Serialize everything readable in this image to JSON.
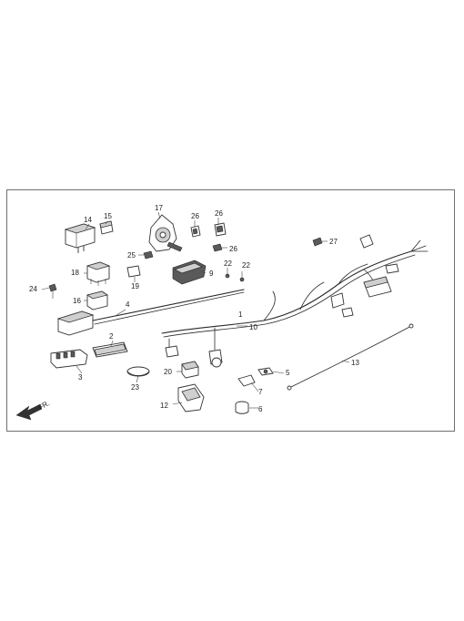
{
  "diagram": {
    "direction_label": "FR.",
    "callouts": {
      "c1": "1",
      "c2": "2",
      "c3": "3",
      "c4": "4",
      "c5": "5",
      "c6": "6",
      "c7": "7",
      "c9": "9",
      "c10": "10",
      "c12": "12",
      "c13": "13",
      "c14": "14",
      "c15": "15",
      "c16": "16",
      "c17": "17",
      "c18": "18",
      "c19": "19",
      "c20": "20",
      "c22a": "22",
      "c22b": "22",
      "c23": "23",
      "c24": "24",
      "c25": "25",
      "c26a": "26",
      "c26b": "26",
      "c26c": "26",
      "c27": "27"
    }
  }
}
